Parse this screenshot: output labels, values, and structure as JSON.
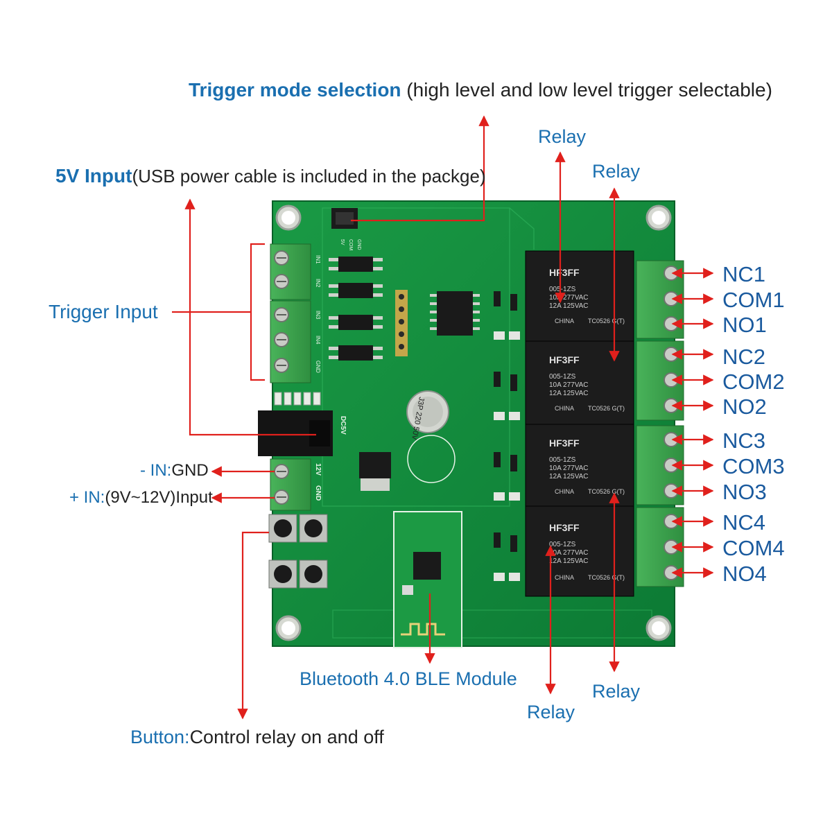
{
  "colors": {
    "accent_blue": "#1a6fb0",
    "arrow_red": "#e0201c",
    "pcb_green": "#0f8a3a",
    "relay_black": "#1c1c1c",
    "terminal_green": "#3aa04a"
  },
  "callouts": {
    "trigger_mode": {
      "title": "Trigger mode selection",
      "detail": " (high level and low level trigger selectable)"
    },
    "five_v_input": {
      "title": "5V Input",
      "detail": "(USB power cable is included in the packge)"
    },
    "trigger_input": {
      "title": "Trigger Input"
    },
    "neg_in": {
      "title": "- IN:",
      "detail": "GND"
    },
    "pos_in": {
      "title": "+ IN:",
      "detail": "(9V~12V)Input"
    },
    "button": {
      "title": "Button:",
      "detail": "Control relay on and off"
    },
    "bluetooth": {
      "title": "Bluetooth 4.0 BLE Module"
    },
    "relay_top1": "Relay",
    "relay_top2": "Relay",
    "relay_bottom1": "Relay",
    "relay_bottom2": "Relay"
  },
  "terminals": [
    "NC1",
    "COM1",
    "NO1",
    "NC2",
    "COM2",
    "NO2",
    "NC3",
    "COM3",
    "NO3",
    "NC4",
    "COM4",
    "NO4"
  ],
  "pcb": {
    "relay_brand": "HF3FF",
    "relay_model": "005-1ZS",
    "relay_rating1": "10A 277VAC",
    "relay_rating2": "12A 125VAC",
    "relay_origin": "CHINA",
    "relay_code": "TC0526 G(T)",
    "dc_label": "DC5V",
    "v12_label": "12V",
    "gnd_label": "GND",
    "cap_label": "J3P 220 50V",
    "header_labels": [
      "5V",
      "COM",
      "GND"
    ],
    "input_labels": [
      "IN1",
      "IN2",
      "IN3",
      "IN4",
      "GND"
    ]
  }
}
